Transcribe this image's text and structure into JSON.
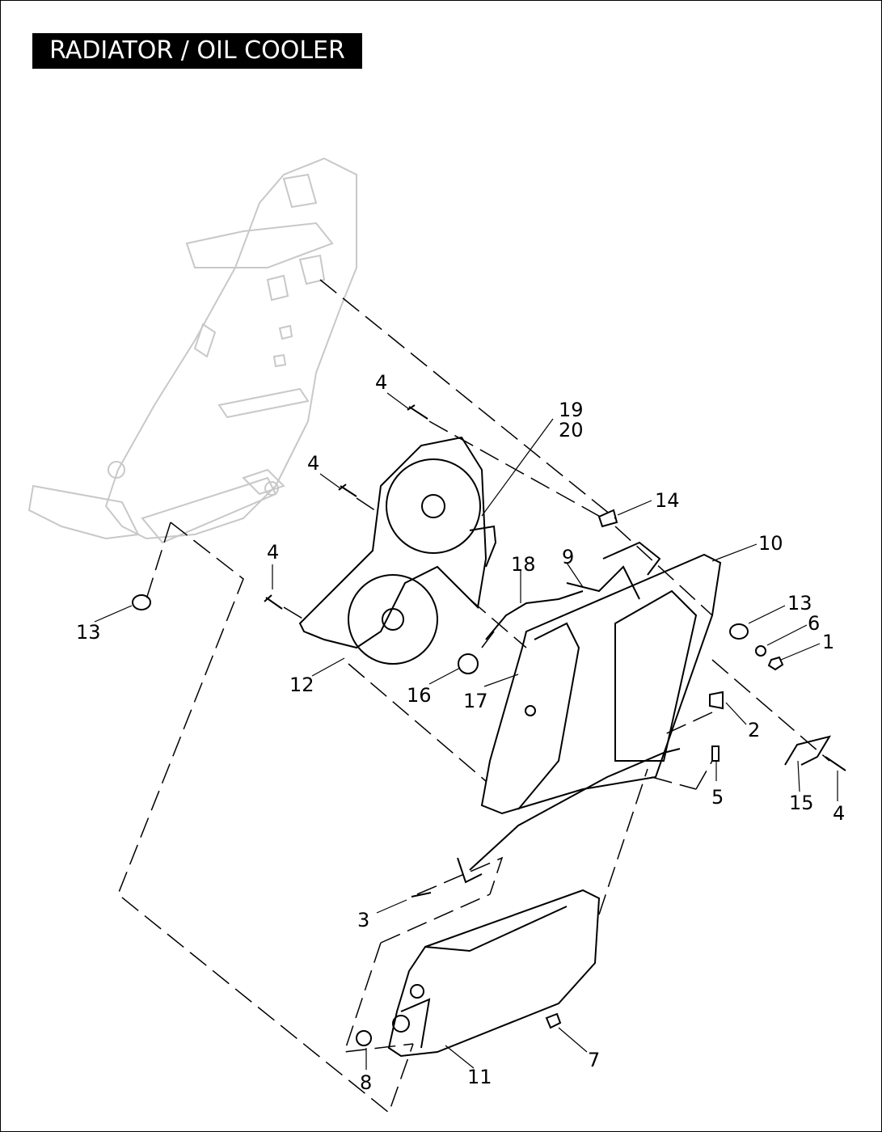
{
  "title": "RADIATOR / OIL COOLER",
  "callouts": {
    "c1": "1",
    "c2": "2",
    "c3": "3",
    "c4a": "4",
    "c4b": "4",
    "c4c": "4",
    "c4d": "4",
    "c5": "5",
    "c6": "6",
    "c7": "7",
    "c8": "8",
    "c9": "9",
    "c10": "10",
    "c11": "11",
    "c12": "12",
    "c13a": "13",
    "c13b": "13",
    "c14": "14",
    "c15": "15",
    "c16": "16",
    "c17": "17",
    "c18": "18",
    "c19": "19",
    "c20": "20"
  },
  "colors": {
    "ink": "#000000",
    "frame_ghost": "#c8c8c8",
    "title_bg": "#000000",
    "title_fg": "#ffffff"
  }
}
